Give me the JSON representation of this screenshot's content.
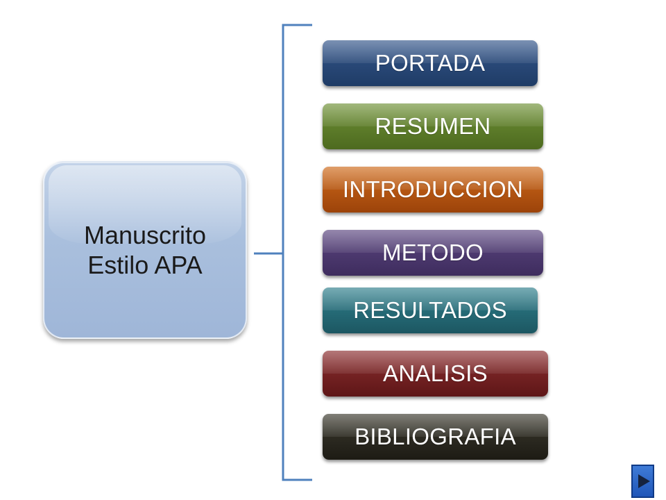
{
  "diagram": {
    "main_node": {
      "label": "Manuscrito\nEstilo APA",
      "color": "#a9bfdd"
    },
    "sections": [
      {
        "label": "PORTADA",
        "color_top": "#33558a",
        "color_bottom": "#1f3c66"
      },
      {
        "label": "RESUMEN",
        "color_top": "#6f9136",
        "color_bottom": "#4d6a1f"
      },
      {
        "label": "INTRODUCCION",
        "color_top": "#cf6a1a",
        "color_bottom": "#9c430a"
      },
      {
        "label": "METODO",
        "color_top": "#5c4780",
        "color_bottom": "#3e2c5e"
      },
      {
        "label": "RESULTADOS",
        "color_top": "#2f7f8c",
        "color_bottom": "#1c5762"
      },
      {
        "label": "ANALISIS",
        "color_top": "#8c2f30",
        "color_bottom": "#5e1617"
      },
      {
        "label": "BIBLIOGRAFIA",
        "color_top": "#3c3a2f",
        "color_bottom": "#1d1b14"
      }
    ],
    "connector_color": "#4f81bd"
  },
  "navigation": {
    "next_icon": "play-triangle-icon"
  }
}
